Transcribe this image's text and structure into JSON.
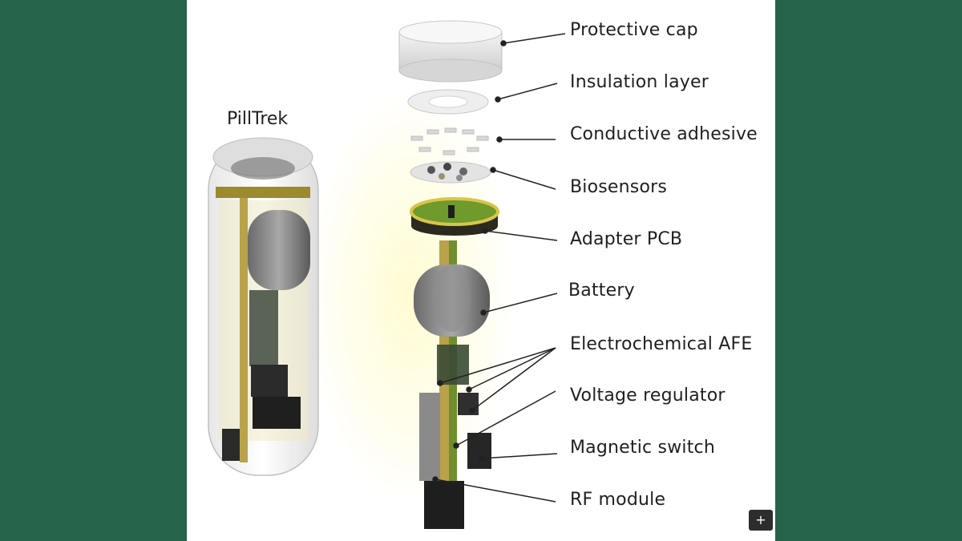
{
  "diagram": {
    "device_name": "PillTrek",
    "components": [
      {
        "label": "Protective cap"
      },
      {
        "label": "Insulation layer"
      },
      {
        "label": "Conductive adhesive"
      },
      {
        "label": "Biosensors"
      },
      {
        "label": "Adapter PCB"
      },
      {
        "label": "Battery"
      },
      {
        "label": "Electrochemical AFE"
      },
      {
        "label": "Voltage regulator"
      },
      {
        "label": "Magnetic switch"
      },
      {
        "label": "RF module"
      }
    ]
  },
  "controls": {
    "expand_symbol": "+"
  },
  "colors": {
    "background": "#25634a",
    "canvas": "#ffffff",
    "pcb_green": "#6f9a2c",
    "board_gold": "#b9a24a"
  }
}
